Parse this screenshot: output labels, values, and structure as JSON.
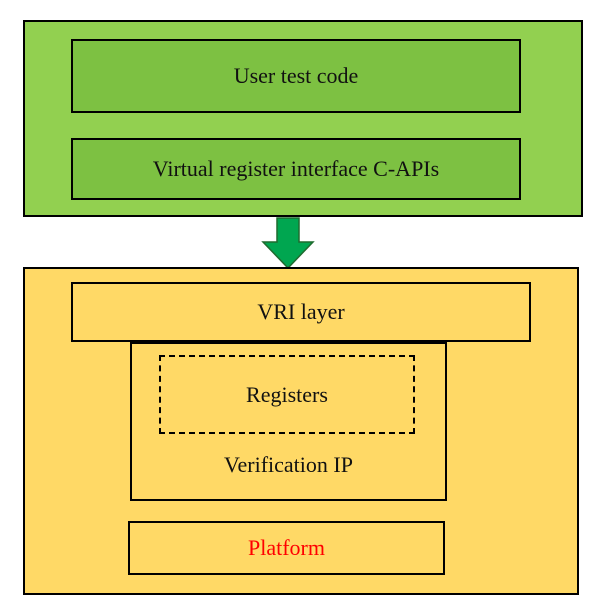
{
  "diagram": {
    "user_test_code": "User test code",
    "virtual_register_interface": "Virtual register interface C-APIs",
    "vri_layer": "VRI layer",
    "registers": "Registers",
    "verification_ip": "Verification IP",
    "platform": "Platform"
  },
  "colors": {
    "top_container": "#92d050",
    "inner_green": "#7dc142",
    "arrow": "#00a650",
    "bottom_container": "#ffd966",
    "platform_text": "#ff0000"
  }
}
